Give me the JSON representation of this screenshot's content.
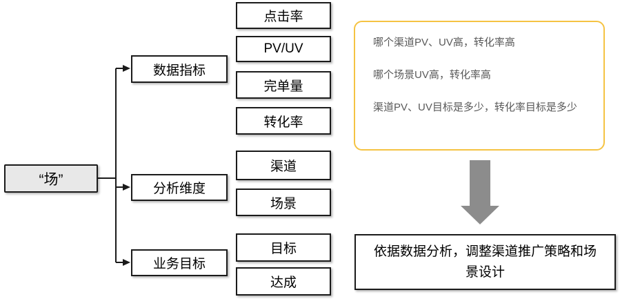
{
  "diagram": {
    "root_label": "“场”",
    "branches": [
      {
        "label": "数据指标",
        "children": [
          "点击率",
          "PV/UV",
          "完单量",
          "转化率"
        ]
      },
      {
        "label": "分析维度",
        "children": [
          "渠道",
          "场景"
        ]
      },
      {
        "label": "业务目标",
        "children": [
          "目标",
          "达成"
        ]
      }
    ],
    "note_box": {
      "lines": [
        "哪个渠道PV、UV高，转化率高",
        "哪个场景UV高，转化率高",
        "渠道PV、UV目标是多少，转化率目标是多少"
      ]
    },
    "conclusion_box": {
      "text": "依据数据分析，调整渠道推广策略和场景设计"
    },
    "colors": {
      "root_fill": "#e8e8e8",
      "box_border": "#1a1a1a",
      "note_border": "#f5c342",
      "note_text": "#595959",
      "down_arrow_fill": "#8c8c8c",
      "background": "#ffffff"
    }
  }
}
